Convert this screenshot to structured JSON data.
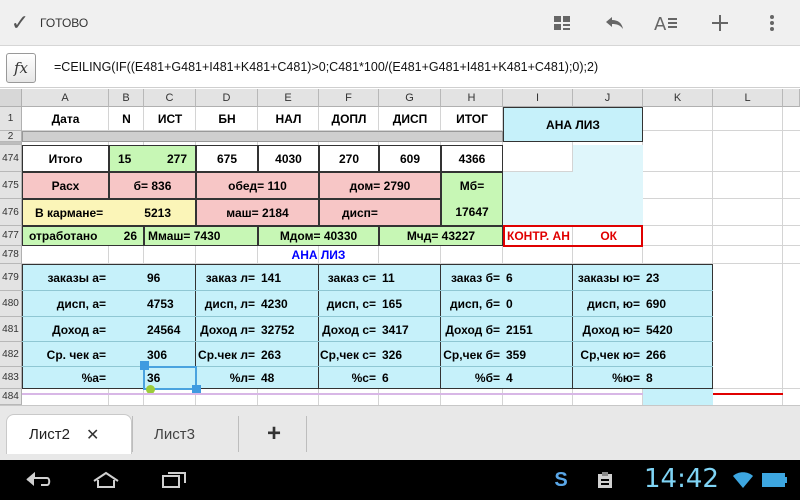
{
  "actionbar": {
    "done_label": "ГОТОВО"
  },
  "formula": "=CEILING(IF((E481+G481+I481+K481+C481)>0;C481*100/(E481+G481+I481+K481+C481);0);2)",
  "columns": [
    "A",
    "B",
    "C",
    "D",
    "E",
    "F",
    "G",
    "H",
    "I",
    "J",
    "K",
    "L"
  ],
  "rows": [
    "1",
    "2",
    "474",
    "475",
    "476",
    "477",
    "478",
    "479",
    "480",
    "481",
    "482",
    "483",
    "484"
  ],
  "header_row": {
    "a": "Дата",
    "b": "N",
    "c": "ИСТ",
    "d": "БН",
    "e": "НАЛ",
    "f": "ДОПЛ",
    "g": "ДИСП",
    "h": "ИТОГ",
    "ij": "АНА ЛИЗ"
  },
  "r474": {
    "a": "Итого",
    "b": "15",
    "c": "277",
    "d": "675",
    "e": "4030",
    "f": "270",
    "g": "609",
    "h": "4366"
  },
  "r475": {
    "a": "Расх",
    "bc": "б= 836",
    "de": "обед= 110",
    "fg": "дом= 2790",
    "h": "Мб="
  },
  "r476": {
    "a": "В кармане=",
    "c": "5213",
    "de": "маш= 2184",
    "fg": "дисп=",
    "h": "17647"
  },
  "r477": {
    "a": "отработано",
    "b": "26",
    "cd": "Ммаш= 7430",
    "ef": "Мдом= 40330",
    "gh": "Мчд= 43227",
    "i": "КОНТР. АН",
    "j": "ОК"
  },
  "r478": {
    "title": "АНА ЛИЗ"
  },
  "r479": {
    "a": "заказы а=",
    "c": "96",
    "d": "заказ л=",
    "e": "141",
    "f": "заказ с=",
    "g": "11",
    "h": "заказ б=",
    "i": "6",
    "j": "заказы ю=",
    "k": "23"
  },
  "r480": {
    "a": "дисп, а=",
    "c": "4753",
    "d": "дисп, л=",
    "e": "4230",
    "f": "дисп, с=",
    "g": "165",
    "h": "дисп, б=",
    "i": "0",
    "j": "дисп, ю=",
    "k": "690"
  },
  "r481": {
    "a": "Доход а=",
    "c": "24564",
    "d": "Доход л=",
    "e": "32752",
    "f": "Доход с=",
    "g": "3417",
    "h": "Доход б=",
    "i": "2151",
    "j": "Доход ю=",
    "k": "5420"
  },
  "r482": {
    "a": "Ср. чек а=",
    "c": "306",
    "d": "Ср.чек л=",
    "e": "263",
    "f": "Ср,чек с=",
    "g": "326",
    "h": "Ср,чек б=",
    "i": "359",
    "j": "Ср,чек ю=",
    "k": "266"
  },
  "r483": {
    "a": "%а=",
    "c": "36",
    "d": "%л=",
    "e": "48",
    "f": "%с=",
    "g": "6",
    "h": "%б=",
    "i": "4",
    "j": "%ю=",
    "k": "8"
  },
  "tabs": [
    {
      "label": "Лист2"
    },
    {
      "label": "Лист3"
    }
  ],
  "statusbar": {
    "time": "14:42"
  },
  "colors": {
    "pink": "#f7c6c6",
    "yellow": "#fbf5b8",
    "green": "#c7f7b5",
    "cyan": "#c6f1fa",
    "red": "#e00000",
    "blue": "#0000ff"
  }
}
